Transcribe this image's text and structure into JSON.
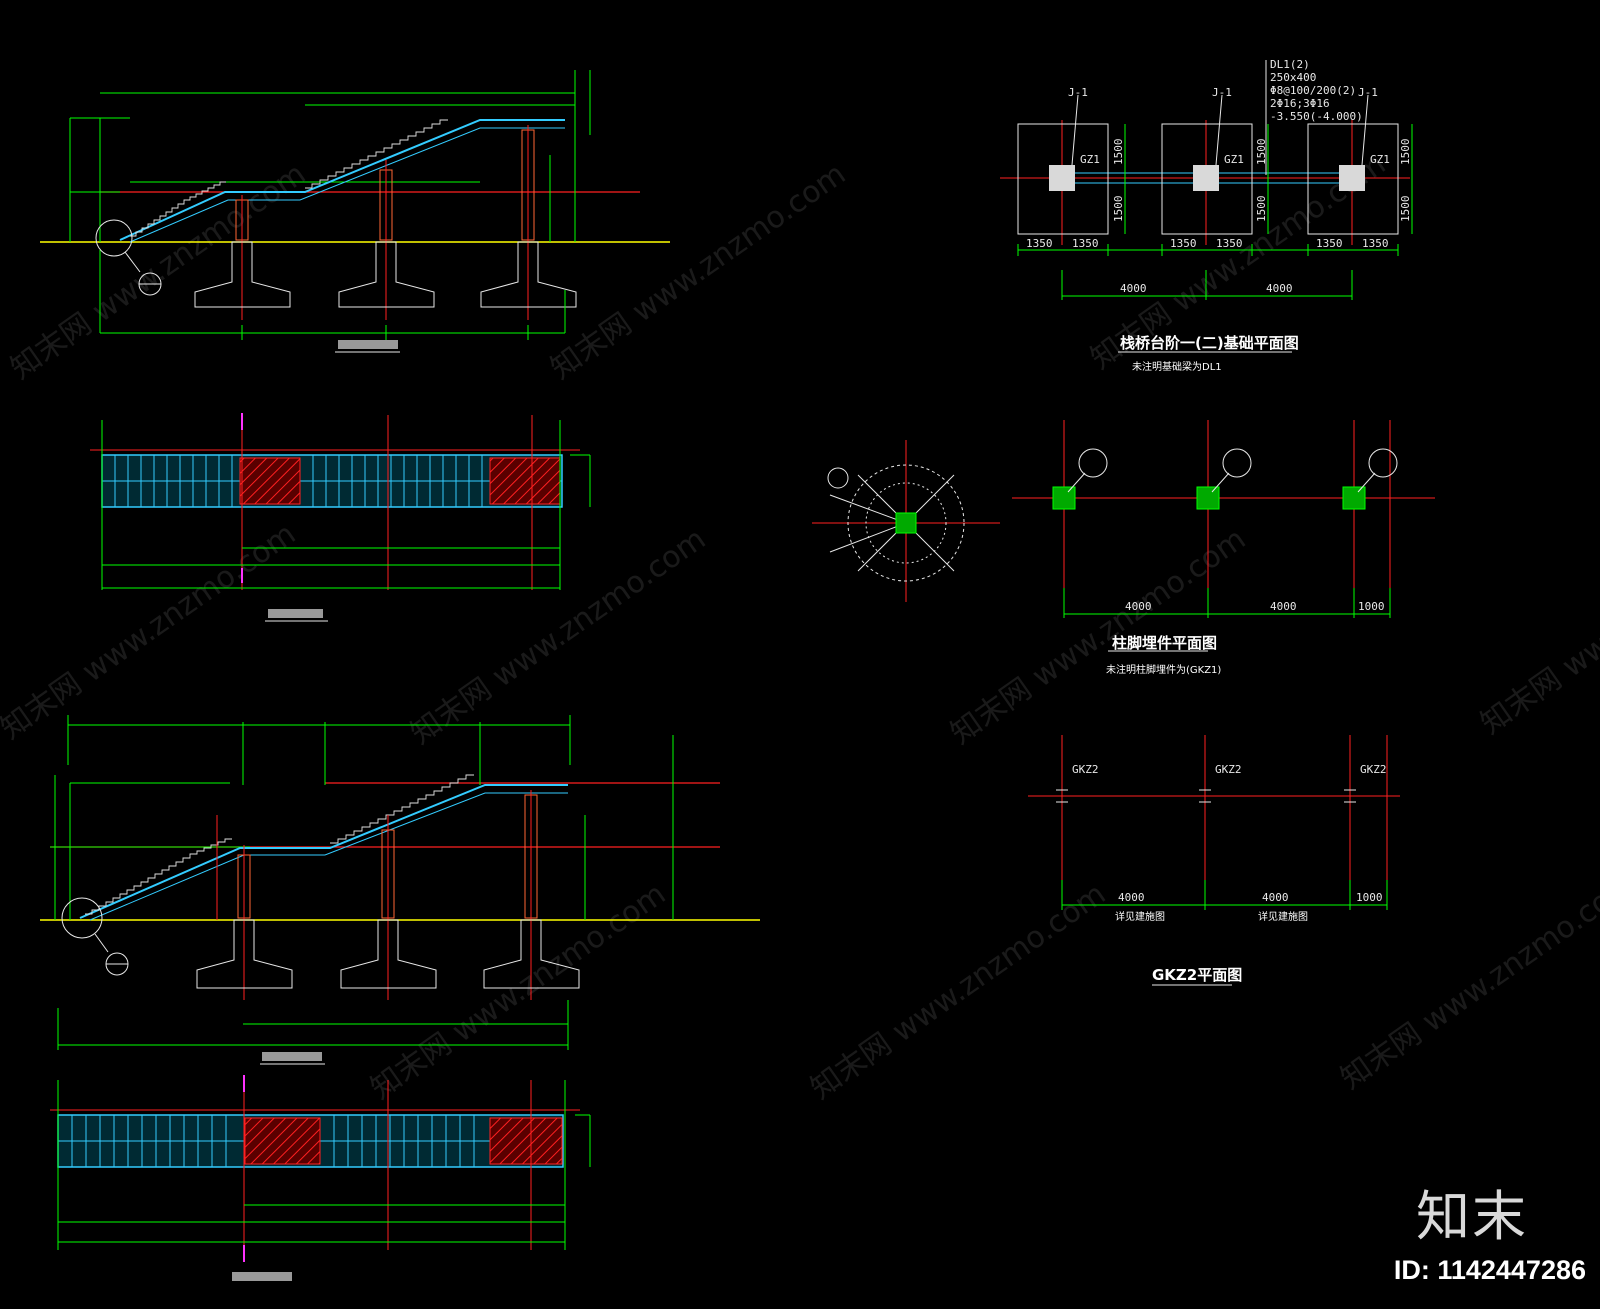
{
  "brand": {
    "logo_text": "知末",
    "image_id": "ID: 1142447286"
  },
  "watermarks": [
    {
      "text": "知末网 www.znzmo.com"
    }
  ],
  "plan_foundation": {
    "title": "栈桥台阶一(二)基础平面图",
    "subtitle": "未注明基础梁为DL1",
    "tags": [
      "J-1",
      "J-1",
      "J-1"
    ],
    "column_tags": [
      "GZ1",
      "GZ1",
      "GZ1"
    ],
    "dims_top": [
      "1350",
      "1350",
      "1350",
      "1350",
      "1350",
      "1350"
    ],
    "dims_bottom": [
      "4000",
      "4000"
    ],
    "dims_side": [
      "1500",
      "1500",
      "1500",
      "1500",
      "1500",
      "1500"
    ],
    "beam_note": [
      "DL1(2)",
      "250x400",
      "Φ8@100/200(2)",
      "2Φ16;3Φ16",
      "-3.550(-4.000)"
    ]
  },
  "plan_column": {
    "title": "柱脚埋件平面图",
    "subtitle": "未注明柱脚埋件为(GKZ1)",
    "dims_bottom": [
      "4000",
      "4000",
      "1000"
    ]
  },
  "plan_gkz2": {
    "title": "GKZ2平面图",
    "tags": [
      "GKZ2",
      "GKZ2",
      "GKZ2"
    ],
    "dims_bottom": [
      "4000",
      "4000",
      "1000"
    ],
    "dim_notes": [
      "详见建施图",
      "详见建施图"
    ]
  }
}
